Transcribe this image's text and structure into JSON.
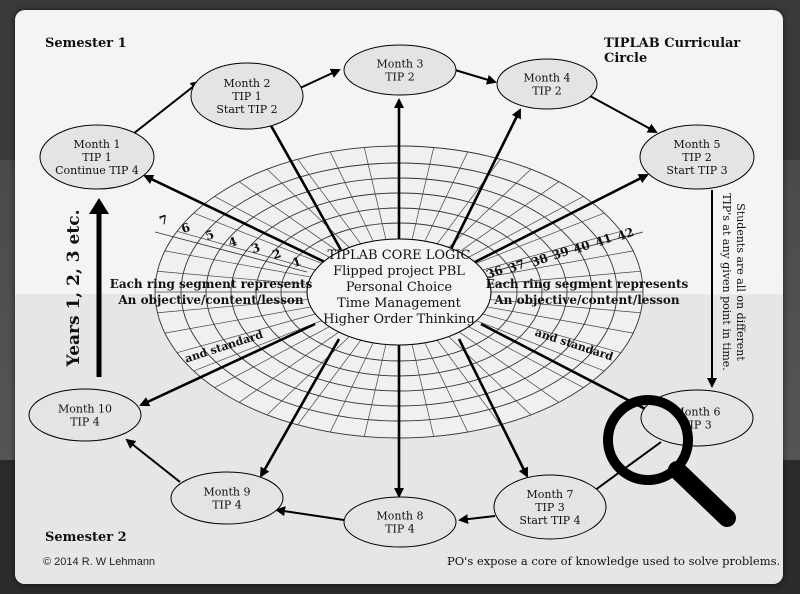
{
  "semester1": "Semester 1",
  "semester2": "Semester 2",
  "title": "TIPLAB Curricular Circle",
  "copyright": "© 2014 R. W Lehmann",
  "footer_note": "PO's expose a core of knowledge used to solve problems.",
  "years_label": "Years 1, 2, 3 etc.",
  "side_note": [
    "Students are all on different",
    "TIP's at any given point in time."
  ],
  "core": [
    "TIPLAB CORE LOGIC",
    "Flipped project PBL",
    "Personal Choice",
    "Time Management",
    "Higher Order Thinking"
  ],
  "ring_left": [
    "Each ring segment represents",
    "An objective/content/lesson"
  ],
  "ring_right": [
    "Each ring segment represents",
    "An objective/content/lesson"
  ],
  "standard_left": "and standard",
  "standard_right": "and standard",
  "left_numbers": [
    "7",
    "6",
    "5",
    "4",
    "3",
    "2",
    "1"
  ],
  "right_numbers": [
    "36",
    "37",
    "38",
    "39",
    "40",
    "41",
    "42"
  ],
  "months": [
    {
      "id": "month-1",
      "lines": [
        "Month 1",
        "TIP 1",
        "Continue TIP 4"
      ]
    },
    {
      "id": "month-2",
      "lines": [
        "Month 2",
        "TIP 1",
        "Start TIP 2"
      ]
    },
    {
      "id": "month-3",
      "lines": [
        "Month 3",
        "TIP 2"
      ]
    },
    {
      "id": "month-4",
      "lines": [
        "Month 4",
        "TIP 2"
      ]
    },
    {
      "id": "month-5",
      "lines": [
        "Month 5",
        "TIP 2",
        "Start TIP 3"
      ]
    },
    {
      "id": "month-6",
      "lines": [
        "Month 6",
        "TIP 3"
      ]
    },
    {
      "id": "month-7",
      "lines": [
        "Month 7",
        "TIP 3",
        "Start TIP 4"
      ]
    },
    {
      "id": "month-8",
      "lines": [
        "Month 8",
        "TIP 4"
      ]
    },
    {
      "id": "month-9",
      "lines": [
        "Month 9",
        "TIP 4"
      ]
    },
    {
      "id": "month-10",
      "lines": [
        "Month 10",
        "TIP 4"
      ]
    }
  ]
}
